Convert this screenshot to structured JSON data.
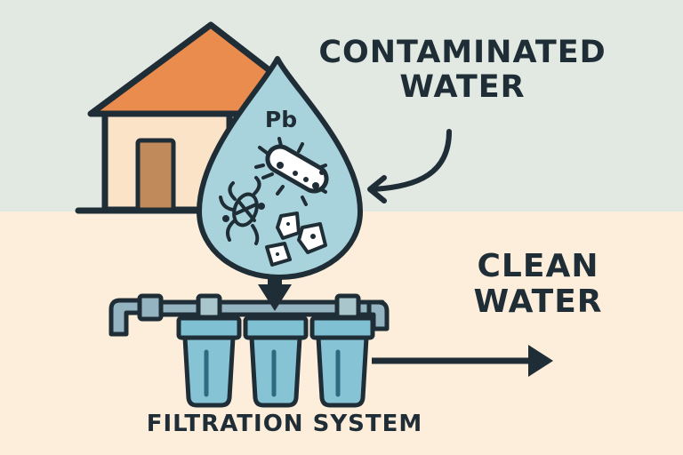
{
  "title": "Water filtration illustration",
  "labels": {
    "contaminated": [
      "CONTAMINATED",
      "WATER"
    ],
    "clean": [
      "CLEAN",
      "WATER"
    ],
    "filtration": "FILTRATION SYSTEM",
    "contaminant_symbol": "Pb"
  },
  "elements": {
    "house": "house-icon",
    "droplet": "water-droplet-icon",
    "contaminants": [
      "lead-symbol",
      "bacteria-icon",
      "microbe-icon",
      "particle-icon"
    ],
    "filters_count": 3
  },
  "colors": {
    "sky": "#e2e9e2",
    "ground": "#fdeedb",
    "roof": "#ea8c4e",
    "wall": "#fbe3c8",
    "door": "#c08a5a",
    "water": "#a9d3dc",
    "filter": "#7fc0d3",
    "pipe": "#93b4c0",
    "outline": "#1f2d36"
  }
}
